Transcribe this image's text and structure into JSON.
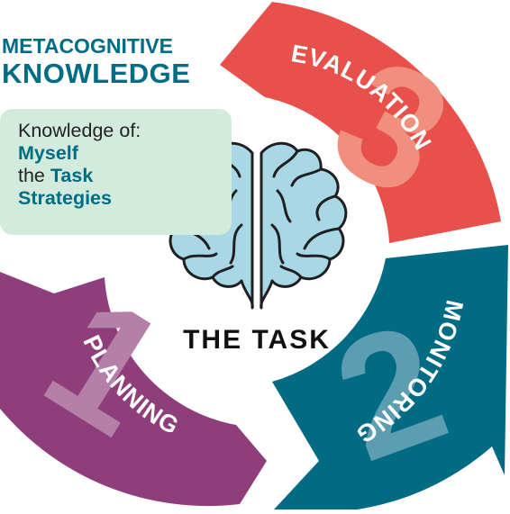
{
  "metacognitive": {
    "title_line1": "METACOGNITIVE",
    "title_line2": "KNOWLEDGE",
    "knowledge_of": "Knowledge of:",
    "item_myself": "Myself",
    "item_the": "the",
    "item_task": "Task",
    "item_strategies": "Strategies"
  },
  "center": {
    "label": "THE TASK",
    "icon": "brain-icon"
  },
  "cycle": [
    {
      "label": "EVALUATION",
      "number": "3",
      "color": "#e8504b",
      "number_color": "#f08f7e"
    },
    {
      "label": "MONITORING",
      "number": "2",
      "color": "#016b84",
      "number_color": "#5c9db2"
    },
    {
      "label": "PLANNING",
      "number": "1",
      "color": "#8e3e7a",
      "number_color": "#b580a8"
    }
  ],
  "colors": {
    "brand_teal": "#006d85",
    "box_bg": "#d2ebdc",
    "brain_fill": "#a8d8e6",
    "outline": "#1f1f1f"
  }
}
